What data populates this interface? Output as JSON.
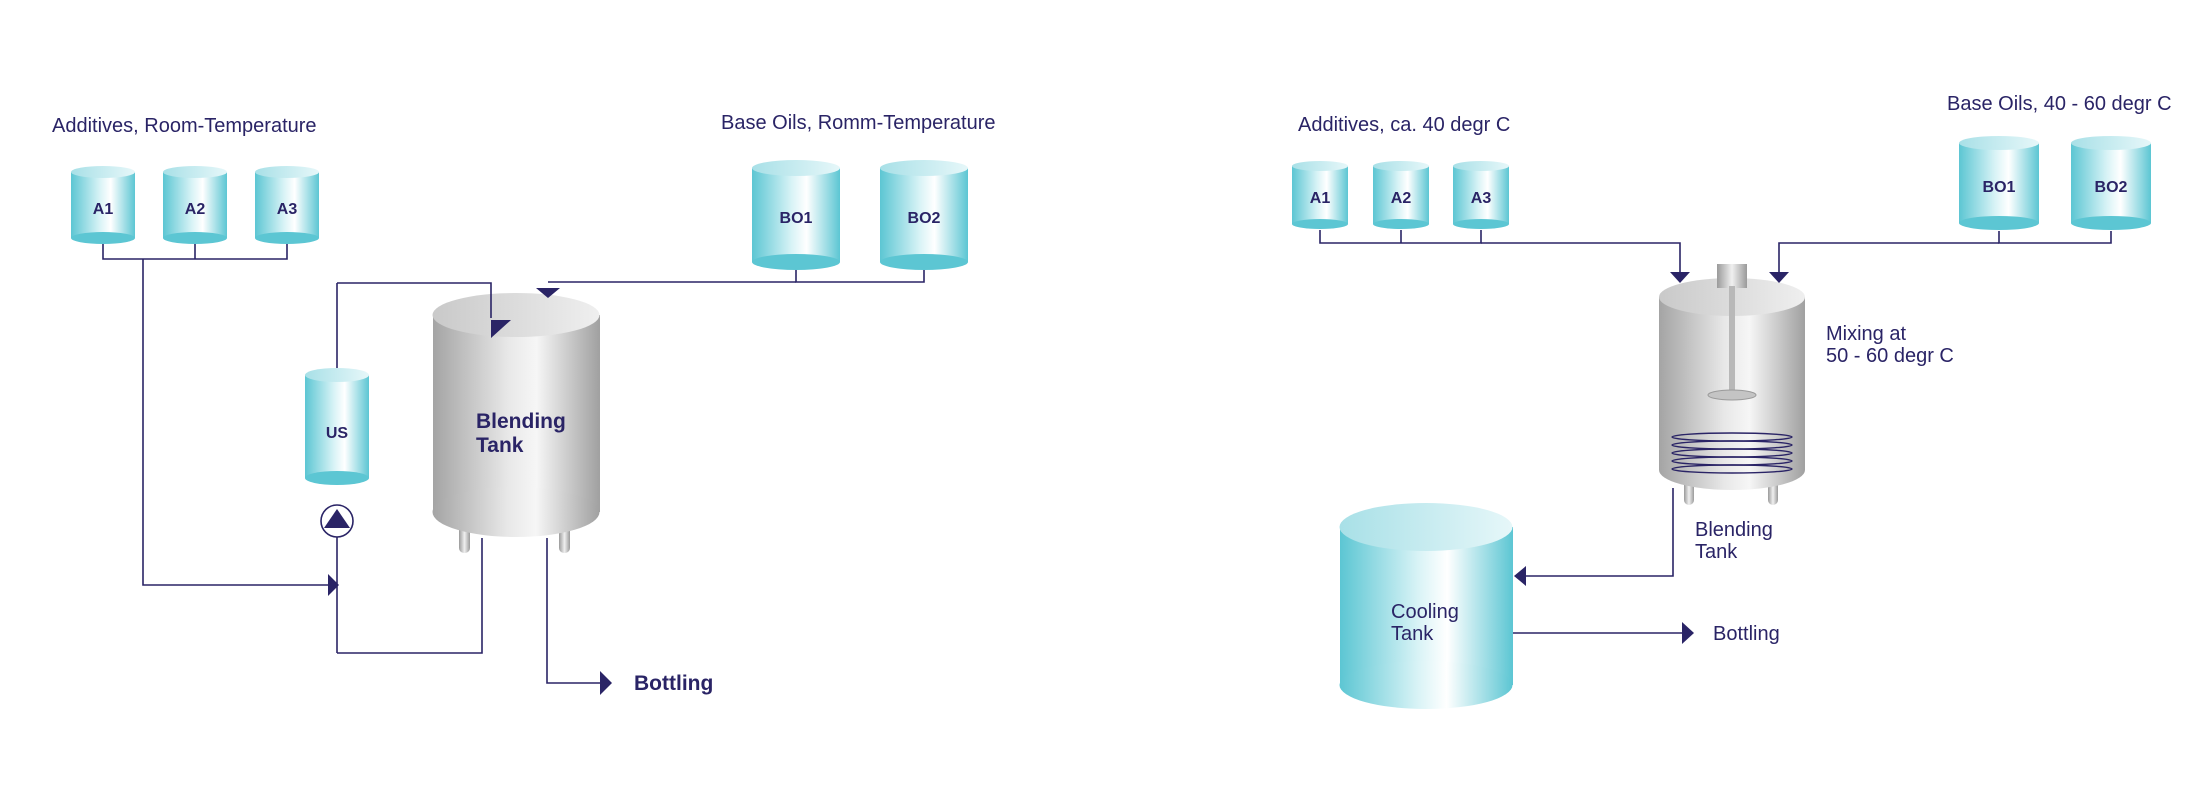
{
  "colors": {
    "line": "#2a2466",
    "text": "#2a2466",
    "cyan_tank": "#5cc6d3",
    "grey_tank": "#a9a9a9"
  },
  "left_process": {
    "additives_title": "Additives, Room-Temperature",
    "base_oils_title": "Base Oils, Romm-Temperature",
    "additive_tanks": [
      "A1",
      "A2",
      "A3"
    ],
    "base_oil_tanks": [
      "BO1",
      "BO2"
    ],
    "us_tank": "US",
    "blending_tank_line1": "Blending",
    "blending_tank_line2": "Tank",
    "bottling_label": "Bottling",
    "pump_icon": "pump-icon"
  },
  "right_process": {
    "additives_title": "Additives, ca. 40 degr C",
    "base_oils_title": "Base Oils, 40 - 60 degr C",
    "additive_tanks": [
      "A1",
      "A2",
      "A3"
    ],
    "base_oil_tanks": [
      "BO1",
      "BO2"
    ],
    "mixing_line1": "Mixing at",
    "mixing_line2": "50 - 60 degr C",
    "blending_tank_line1": "Blending",
    "blending_tank_line2": "Tank",
    "cooling_tank_line1": "Cooling",
    "cooling_tank_line2": "Tank",
    "bottling_label": "Bottling",
    "agitator_icon": "agitator-icon",
    "heating_coil_icon": "heating-coil-icon"
  }
}
